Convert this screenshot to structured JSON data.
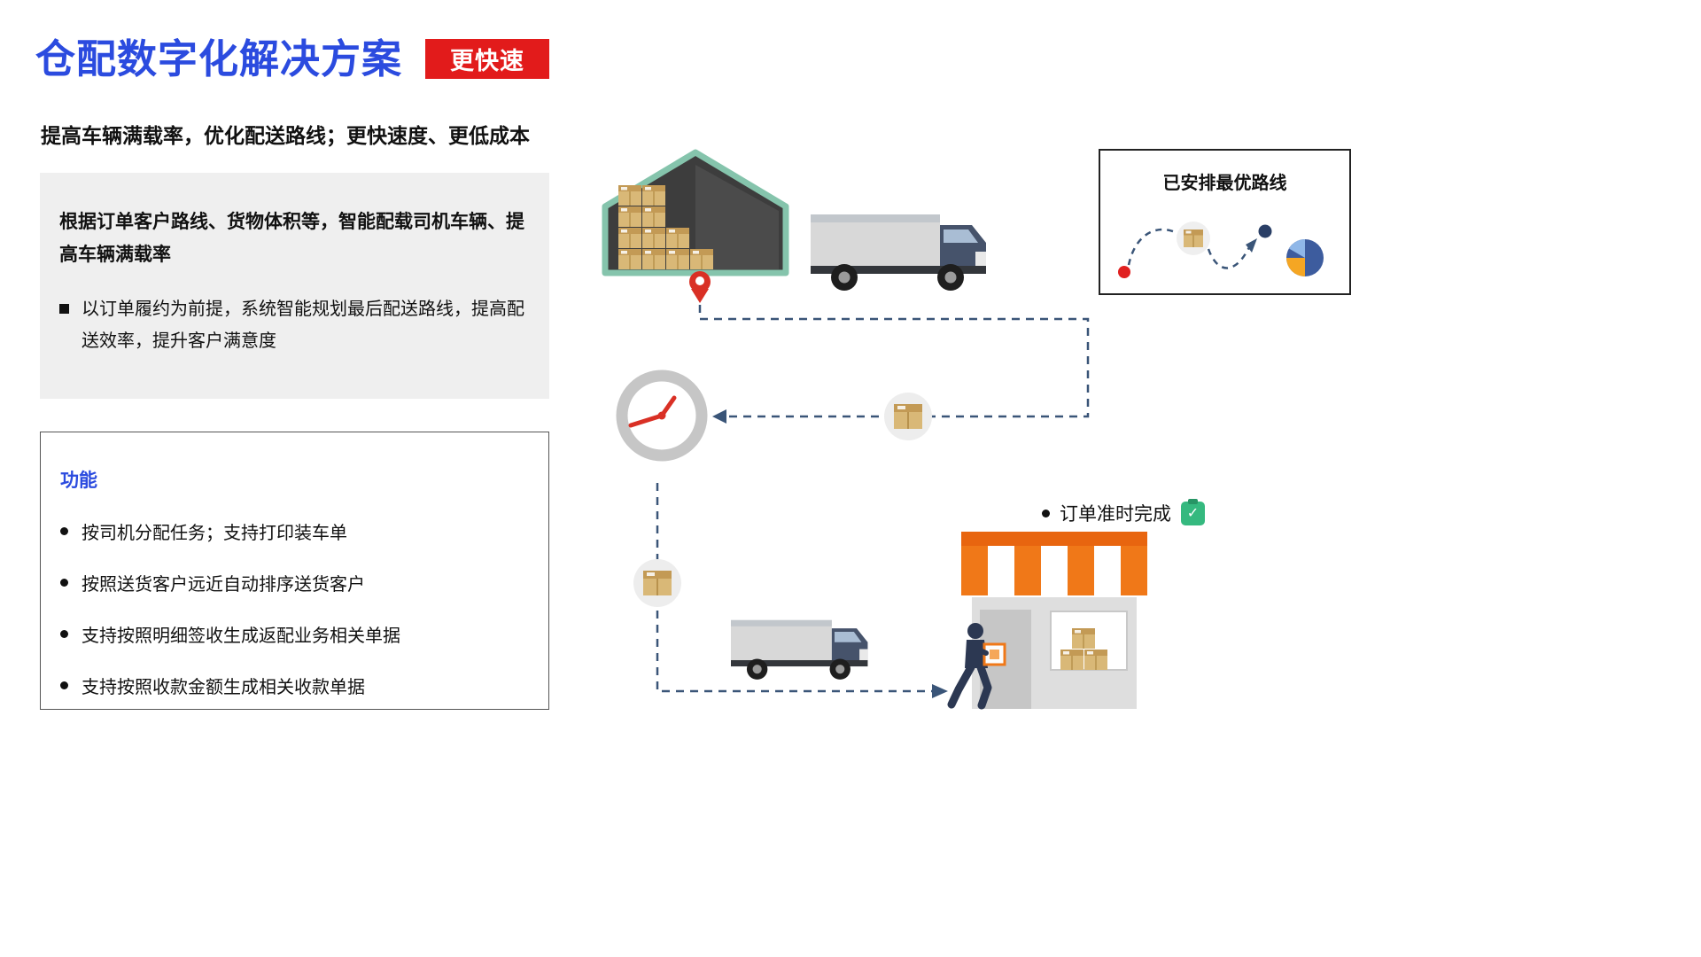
{
  "slide": {
    "title": "仓配数字化解决方案",
    "badge_label": "更快速",
    "subtitle": "提高车辆满载率，优化配送路线；更快速度、更低成本",
    "summary": {
      "heading": "根据订单客户路线、货物体积等，智能配载司机车辆、提高车辆满载率",
      "bullet": "以订单履约为前提，系统智能规划最后配送路线，提高配送效率，提升客户满意度"
    },
    "features": {
      "title": "功能",
      "items": [
        "按司机分配任务；支持打印装车单",
        "按照送货客户远近自动排序送货客户",
        "支持按照明细签收生成返配业务相关单据",
        "支持按照收款金额生成相关收款单据"
      ]
    },
    "diagram": {
      "route_card_title": "已安排最优路线",
      "order_label": "订单准时完成"
    },
    "icons": {
      "check": "✓"
    },
    "colors": {
      "title_blue": "#2B4BDF",
      "badge_red": "#E21B1B",
      "accent_orange": "#F07818",
      "check_green": "#35B97F",
      "path_navy": "#3A5578"
    }
  }
}
